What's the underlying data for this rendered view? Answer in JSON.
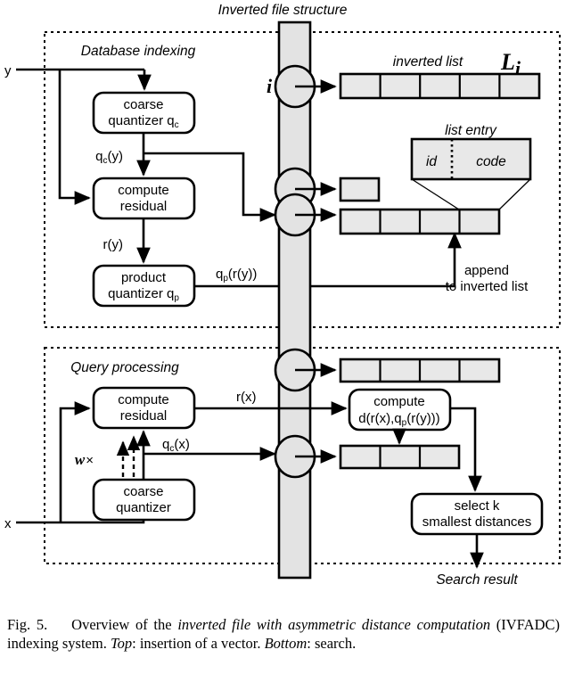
{
  "figure": {
    "title": "Inverted file structure",
    "caption": {
      "label": "Fig. 5.",
      "text_1": "Overview of the ",
      "em_1": "inverted file with asymmetric distance computation",
      "text_2": " (IVFADC) indexing system. ",
      "em_2": "Top",
      "text_3": ": insertion of a vector. ",
      "em_3": "Bottom",
      "text_4": ": search."
    },
    "panels": {
      "top": {
        "title": "Database indexing"
      },
      "bottom": {
        "title": "Query processing"
      }
    },
    "inputs": {
      "y": "y",
      "x": "x"
    },
    "output": {
      "search_result": "Search result"
    },
    "indexing": {
      "coarse_quantizer": {
        "line1": "coarse",
        "line2": "quantizer q",
        "sub": "c"
      },
      "compute_residual": {
        "line1": "compute",
        "line2": "residual"
      },
      "product_quantizer": {
        "line1": "product",
        "line2": "quantizer q",
        "sub": "p"
      },
      "edge_qc_y": {
        "main": "q",
        "sub": "c",
        "tail": "(y)"
      },
      "edge_r_y": "r(y)",
      "edge_qp_ry": {
        "main": "q",
        "sub": "p",
        "tail": "(r(y))"
      },
      "append_note": {
        "line1": "append",
        "line2": "to inverted list"
      }
    },
    "query": {
      "compute_residual": {
        "line1": "compute",
        "line2": "residual"
      },
      "coarse_quantizer": {
        "line1": "coarse",
        "line2": "quantizer"
      },
      "compute_distance": {
        "line1": "compute",
        "line2a": "d(r(x),q",
        "sub": "p",
        "line2b": "(r(y)))"
      },
      "select_k": {
        "line1": "select k",
        "line2": "smallest distances"
      },
      "edge_r_x": "r(x)",
      "edge_qc_x": {
        "main": "q",
        "sub": "c",
        "tail": "(x)"
      },
      "multiplier": {
        "symbol": "w",
        "times": "×"
      }
    },
    "inverted_file": {
      "index_label": "i",
      "inverted_list_label": "inverted list",
      "inverted_list_symbol": {
        "letter": "L",
        "sub": "i"
      },
      "list_entry_label": "list entry",
      "list_entry_fields": [
        "id",
        "code"
      ],
      "list_cell_counts": {
        "top_list": 5,
        "mid_single": 1,
        "mid_list": 4,
        "query_top_list": 4,
        "query_mid_list": 3
      }
    },
    "colors": {
      "cell_fill": "#e8e8e8",
      "column_fill": "#e3e3e3",
      "stroke": "#000000",
      "background": "#ffffff"
    }
  }
}
